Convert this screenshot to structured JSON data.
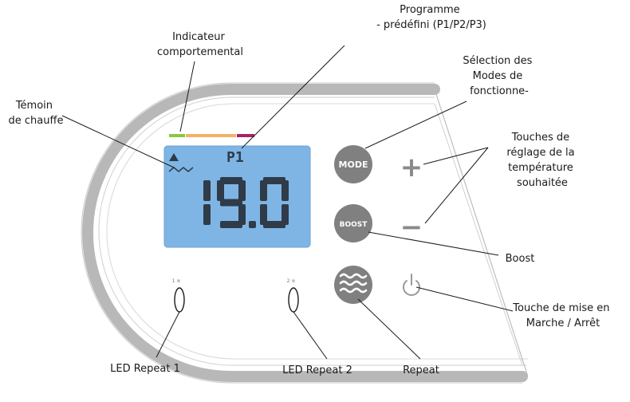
{
  "display": {
    "program": "P1",
    "temperature": "19.0"
  },
  "buttons": {
    "mode": "MODE",
    "boost": "BOOST",
    "plus": "+",
    "minus": "−"
  },
  "leds": {
    "led1": "1 ≋",
    "led2": "2 ≋"
  },
  "labels": {
    "programme": [
      "Programme",
      "- prédéfini (P1/P2/P3)"
    ],
    "indicateur": [
      "Indicateur",
      "comportemental"
    ],
    "modes": [
      "Sélection des",
      "Modes de",
      "fonctionne-"
    ],
    "temoin": [
      "Témoin",
      "de chauffe"
    ],
    "touches": [
      "Touches de",
      "réglage de la",
      "température",
      "souhaitée"
    ],
    "boost": "Boost",
    "marche": [
      "Touche de mise en",
      "Marche / Arrêt"
    ],
    "led_repeat_1": "LED Repeat 1",
    "led_repeat_2": "LED Repeat 2",
    "repeat": "Repeat"
  },
  "colors": {
    "lcd": "#7fb5e4",
    "button": "#808080",
    "indicator_green": "#8cc63f",
    "indicator_orange": "#f4b066",
    "indicator_magenta": "#a6226a"
  }
}
